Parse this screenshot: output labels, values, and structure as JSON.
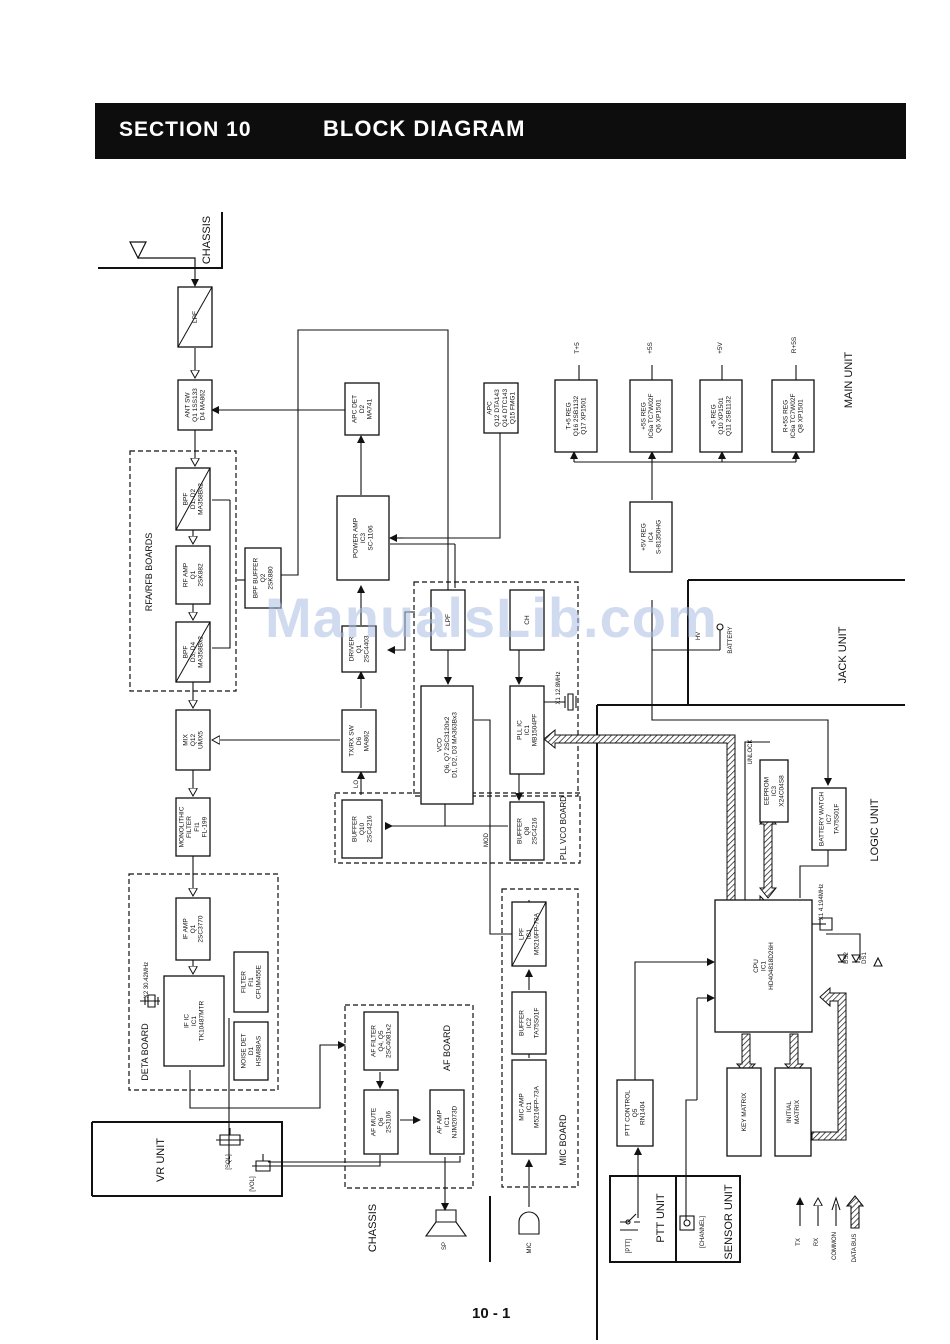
{
  "header": {
    "section": "SECTION  10",
    "title": "BLOCK DIAGRAM"
  },
  "page_number": "10 - 1",
  "watermark": "ManualsLib.com",
  "units": {
    "chassis_top": "CHASSIS",
    "main": "MAIN UNIT",
    "jack": "JACK UNIT",
    "logic": "LOGIC UNIT",
    "vr": "VR UNIT",
    "chassis_bottom": "CHASSIS",
    "ptt": "PTT UNIT",
    "sensor": "SENSOR UNIT"
  },
  "boards": {
    "rfa": "RFA/RFB BOARDS",
    "deta": "DETA BOARD",
    "af": "AF BOARD",
    "pll": "PLL VCO BOARD",
    "mic": "MIC BOARD"
  },
  "blocks": {
    "lpf": [
      "LPF"
    ],
    "ant_sw": [
      "ANT SW",
      "Q1 1SS133",
      "D4 MA862"
    ],
    "bpf1": [
      "BPF",
      "D1, D2",
      "MA358Bx2"
    ],
    "rf_amp": [
      "RF AMP",
      "Q1",
      "2SK882"
    ],
    "bpf2": [
      "BPF",
      "D3, D4",
      "MA358Bx2"
    ],
    "bpf_buffer": [
      "BPF BUFFER",
      "Q2",
      "2SK880"
    ],
    "mix": [
      "MIX",
      "Q12",
      "UMX5"
    ],
    "mono_filter": [
      "MONOLITHIC",
      "FILTER",
      "FI1",
      "FL-199"
    ],
    "if_amp": [
      "IF AMP",
      "Q1",
      "2SC3770"
    ],
    "if_ic": [
      "IF IC",
      "IC1",
      "TK10487MTR"
    ],
    "filter": [
      "FILTER",
      "FI1",
      "CFUM455E"
    ],
    "noise_det": [
      "NOISE DET",
      "D1",
      "HSM88AS"
    ],
    "af_filter": [
      "AF FILTER",
      "Q4, Q5",
      "2SC4081x2"
    ],
    "af_mute": [
      "AF MUTE",
      "Q6",
      "2SJ106"
    ],
    "af_amp": [
      "AF AMP",
      "IC1",
      "NJM2073D"
    ],
    "apc_det": [
      "APC DET",
      "D2",
      "MA741"
    ],
    "power_amp": [
      "POWER AMP",
      "IC3",
      "SC-1106"
    ],
    "driver": [
      "DRIVER",
      "Q1",
      "2SC4403"
    ],
    "txrx_sw": [
      "TX/RX SW",
      "D6",
      "MA862"
    ],
    "buffer_q10": [
      "BUFFER",
      "Q10",
      "2SC4216"
    ],
    "apc": [
      "APC",
      "Q12 DTA143",
      "Q14 DTC143",
      "Q15 FMG1"
    ],
    "lpf_pll": [
      "LPF"
    ],
    "ch": [
      "CH"
    ],
    "vco": [
      "VCO",
      "Q6, Q7 2SC3120x2",
      "D1, D2, D3 MA363Bx3"
    ],
    "pll_ic": [
      "PLL IC",
      "IC1",
      "MB1504PF"
    ],
    "buffer_q8": [
      "BUFFER",
      "Q8",
      "2SC4216"
    ],
    "mic_lpf": [
      "LPF",
      "IC1",
      "M5216FP-73A"
    ],
    "mic_buffer": [
      "BUFFER",
      "IC2",
      "TA75S01F"
    ],
    "mic_amp": [
      "MIC AMP",
      "IC1",
      "M5216FP-73A"
    ],
    "t5_reg": [
      "T+5 REG",
      "Q16 2SB1132",
      "Q17 XP1501"
    ],
    "s5_reg_a": [
      "+5S REG",
      "IC6a TC7W02F",
      "Q6 XP1501"
    ],
    "v5_reg": [
      "+5 REG",
      "Q10 XP1501",
      "Q11 2SB1132"
    ],
    "r5_reg": [
      "R+5S REG",
      "IC6a TC7W02F",
      "Q8 XP1501"
    ],
    "sv_reg": [
      "+5V REG",
      "IC4",
      "S-81350HG"
    ],
    "eeprom": [
      "EEPROM",
      "IC3",
      "X24C04S8"
    ],
    "batt_watch": [
      "BATTERY WATCH",
      "IC7",
      "TA75S01F"
    ],
    "cpu": [
      "CPU",
      "IC1",
      "HD404818D26H"
    ],
    "key_matrix": [
      "KEY MATRIX"
    ],
    "initial_matrix": [
      "INITIAL",
      "MATRIX"
    ],
    "ptt_control": [
      "PTT CONTROL",
      "Q5",
      "RN1404"
    ]
  },
  "labels": {
    "t5": "T+5",
    "s5": "+5S",
    "v5": "+5V",
    "r5": "R+5S",
    "hv": "HV",
    "battery": "BATTERY",
    "unlock": "UNLOCK",
    "lo": "LO",
    "mod": "MOD",
    "x1_pll": "X1 12.8MHz",
    "x1_cpu": "X1 4.194MHz",
    "x2_if": "X2 30.42MHz",
    "ds2": "DS2",
    "ds1": "DS1",
    "sql": "[SQL]",
    "vol": "[VOL]",
    "sp": "SP",
    "mic": "MIC",
    "ptt_switch": "[PTT]",
    "channel": "[CHANNEL]"
  },
  "legend": {
    "tx": "TX",
    "rx": "RX",
    "common": "COMMON",
    "data_bus": "DATA BUS"
  }
}
